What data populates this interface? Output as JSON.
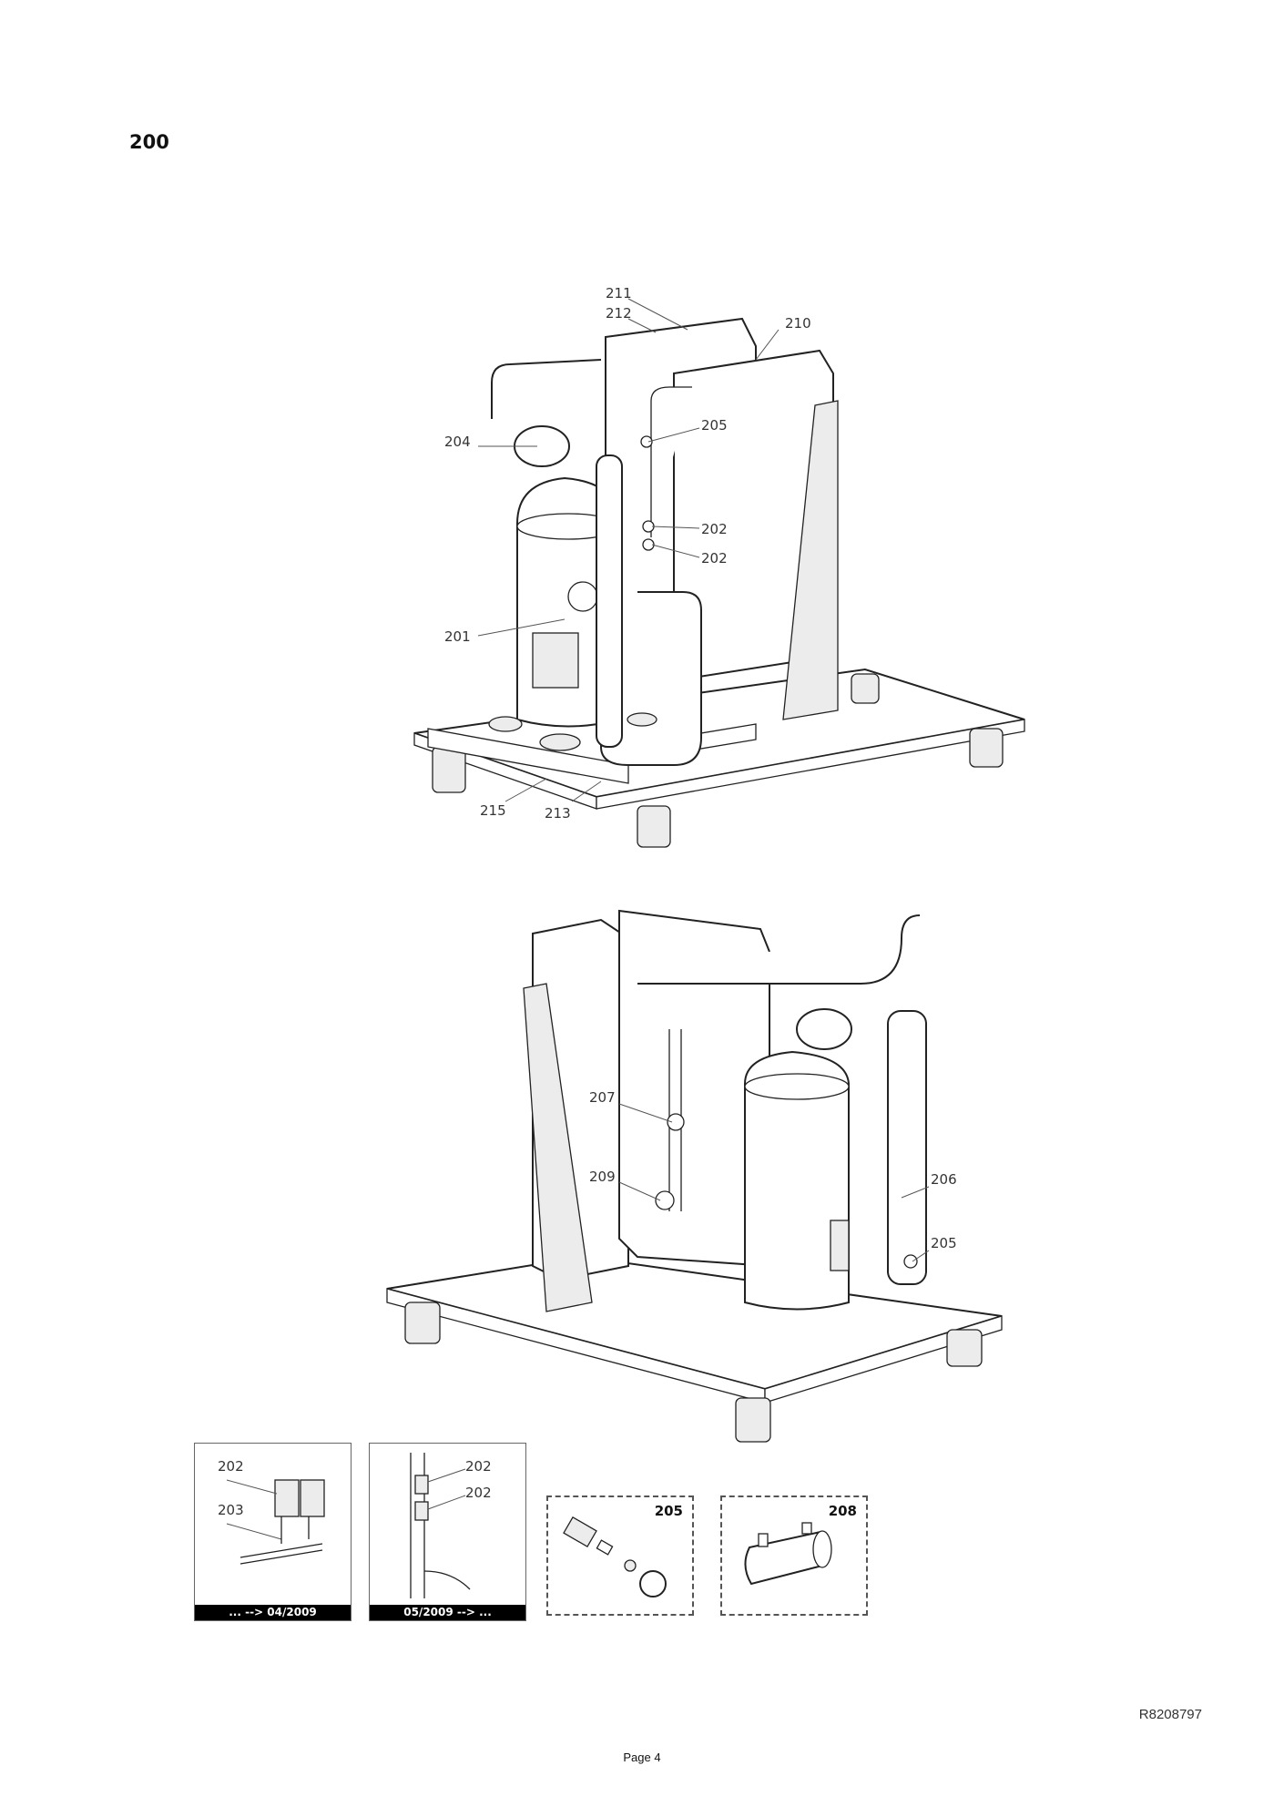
{
  "section": {
    "title": "200"
  },
  "top_view": {
    "callouts": {
      "c211": "211",
      "c212": "212",
      "c210": "210",
      "c204": "204",
      "c205": "205",
      "c202a": "202",
      "c202b": "202",
      "c201": "201",
      "c215": "215",
      "c213": "213"
    }
  },
  "bottom_view": {
    "callouts": {
      "c207": "207",
      "c209": "209",
      "c206": "206",
      "c205": "205"
    }
  },
  "details": {
    "d1": {
      "label_top": "202",
      "label_bottom": "203",
      "caption": "... --> 04/2009"
    },
    "d2": {
      "label_top": "202",
      "label_bottom": "202",
      "caption": "05/2009 --> ..."
    },
    "d3": {
      "number": "205"
    },
    "d4": {
      "number": "208"
    }
  },
  "footer": {
    "doc_ref": "R8208797",
    "page": "Page 4"
  }
}
